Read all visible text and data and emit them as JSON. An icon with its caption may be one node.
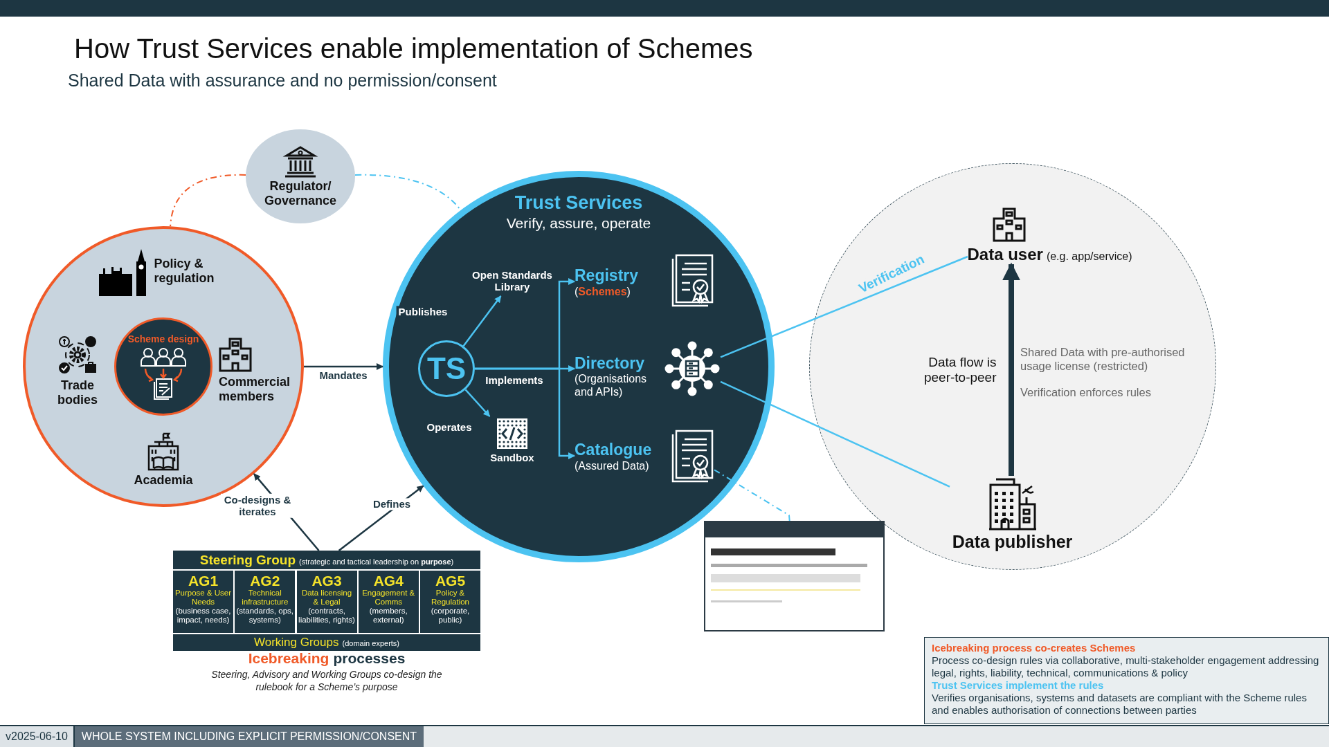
{
  "diagram": {
    "title": "How Trust Services enable implementation of Schemes",
    "nodes": [
      {
        "text": [
          "Regulator/ Governance"
        ]
      },
      {
        "text": [],
        "shape": "circle"
      },
      {
        "text": [
          "Policy & regulation"
        ],
        "in": 1
      },
      {
        "text": [
          "Trade bodies"
        ],
        "in": 1
      },
      {
        "text": [
          "Scheme design"
        ],
        "in": 1
      },
      {
        "text": [
          "Commercial members"
        ],
        "in": 1
      },
      {
        "text": [
          "Academia"
        ],
        "in": 1
      },
      {
        "text": [
          "Trust Services",
          "Verify, assure, operate"
        ]
      },
      {
        "text": [
          "TS"
        ],
        "in": 7
      },
      {
        "text": [
          "Open Standards Library"
        ],
        "in": 7
      },
      {
        "text": [
          "Sandbox"
        ],
        "in": 7
      },
      {
        "text": [
          "Registry",
          "(**Schemes**)"
        ],
        "in": 7
      },
      {
        "text": [
          "Directory",
          "(Organisations and APIs)"
        ],
        "in": 7
      },
      {
        "text": [
          "Catalogue",
          "(Assured Data)"
        ],
        "in": 7
      },
      {
        "text": [],
        "shape": "picture",
        "in": 7
      },
      {
        "text": [],
        "shape": "picture",
        "in": 7
      },
      {
        "text": [],
        "shape": "picture",
        "in": 7
      },
      {
        "text": [],
        "shape": "circle"
      },
      {
        "text": [
          "Data user",
          "(e.g. app/service)"
        ],
        "in": 17
      },
      {
        "text": [
          "Data publisher"
        ],
        "in": 17
      },
      {
        "text": [
          "Steering Group",
          "(strategic and tactical leadership on **purpose**)"
        ]
      },
      {
        "text": [
          "AG1",
          "Purpose & User Needs",
          "(business case, impact, needs)"
        ]
      },
      {
        "text": [
          "AG2",
          "Technical infrastructure",
          "(standards, ops, systems)"
        ]
      },
      {
        "text": [
          "AG3",
          "Data licensing & Legal",
          "(contracts, liabilities, rights)"
        ]
      },
      {
        "text": [
          "AG4",
          "Engagement & Comms",
          "(members, external)"
        ]
      },
      {
        "text": [
          "AG5",
          "Policy & Regulation",
          "(corporate, public)"
        ]
      },
      {
        "text": [
          "Working Groups",
          "(domain experts)"
        ]
      },
      {
        "text": [],
        "shape": "picture"
      },
      {
        "text": [
          "Icebreaking process co-creates Schemes",
          "Process co-design rules via collaborative, multi-stakeholder engagement addressing legal, rights, liability, technical, communications & policy",
          "Trust Services implement the rules",
          "Verifies organisations, systems and datasets are compliant with the Scheme rules and enables authorisation of connections between parties"
        ]
      }
    ],
    "edges": [
      {
        "from": 0,
        "to": 1,
        "arrow": "none",
        "style": "dashed",
        "color": "#f05a28"
      },
      {
        "from": 0,
        "to": 7,
        "arrow": "none",
        "style": "dashed"
      },
      {
        "from": 1,
        "to": 7,
        "arrow": "to",
        "label": "Mandates",
        "color": "#1d3642"
      },
      {
        "from": 20,
        "to": 1,
        "arrow": "to",
        "label": "Co-designs & iterates",
        "color": "#1d3642"
      },
      {
        "from": 20,
        "to": 7,
        "arrow": "to",
        "label": "Defines",
        "color": "#1d3642"
      },
      {
        "from": 8,
        "to": 9,
        "arrow": "to",
        "label": "Publishes"
      },
      {
        "from": 8,
        "to": 10,
        "arrow": "to",
        "label": "Operates"
      },
      {
        "from": 8,
        "to": 12,
        "arrow": "to",
        "label": "Implements"
      },
      {
        "from": 8,
        "to": 11,
        "arrow": "to"
      },
      {
        "from": 8,
        "to": 13,
        "arrow": "to"
      },
      {
        "from": 15,
        "to": 18,
        "arrow": "none",
        "label": "Verification"
      },
      {
        "from": 15,
        "to": 19,
        "arrow": "none"
      },
      {
        "from": 16,
        "to": 27,
        "arrow": "none",
        "style": "dashed"
      },
      {
        "from": 19,
        "to": 18,
        "arrow": "to",
        "label": "Data flow is peer-to-peer",
        "style": "thick",
        "color": "#1d3642"
      }
    ],
    "labels": [
      "Shared Data with assurance and no permission/consent",
      "Shared Data with pre-authorised usage license (restricted)",
      "Verification enforces rules",
      "Icebreaking",
      "processes",
      "Steering, Advisory and Working Groups co-design the rulebook for a Scheme’s purpose",
      "v2025-06-10",
      "WHOLE SYSTEM INCLUDING EXPLICIT PERMISSION/CONSENT"
    ]
  }
}
